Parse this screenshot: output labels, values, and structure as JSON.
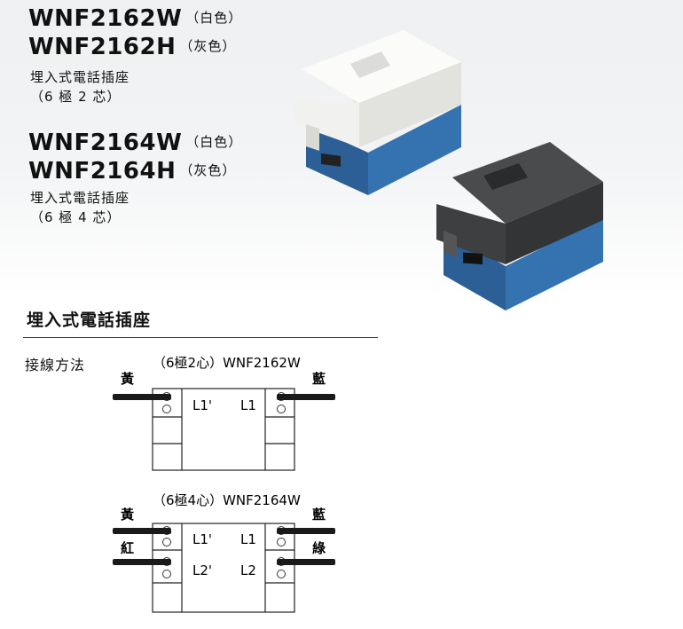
{
  "products": [
    {
      "model": "WNF2162W",
      "color": "（白色）"
    },
    {
      "model": "WNF2162H",
      "color": "（灰色）"
    },
    {
      "desc_line1": "埋入式電話插座",
      "desc_line2": "（6 極 2 芯）"
    },
    {
      "model": "WNF2164W",
      "color": "（白色）"
    },
    {
      "model": "WNF2164H",
      "color": "（灰色）"
    },
    {
      "desc_line1": "埋入式電話插座",
      "desc_line2": "（6 極 4 芯）"
    }
  ],
  "section": {
    "title": "埋入式電話插座",
    "method_label": "接線方法"
  },
  "diagram1": {
    "title": "（6極2心）WNF2162W",
    "left_wire": "黃",
    "right_wire": "藍",
    "term_left": "L1'",
    "term_right": "L1"
  },
  "diagram2": {
    "title": "（6極4心）WNF2164W",
    "left_wire_top": "黃",
    "right_wire_top": "藍",
    "left_wire_bottom": "紅",
    "right_wire_bottom": "綠",
    "term_left_top": "L1'",
    "term_right_top": "L1",
    "term_left_bottom": "L2'",
    "term_right_bottom": "L2"
  },
  "colors": {
    "module_blue": "#2f6aa8",
    "white_cover": "#f6f6f4",
    "gray_cover": "#3b3c3d",
    "wire": "#1a1a1a"
  }
}
